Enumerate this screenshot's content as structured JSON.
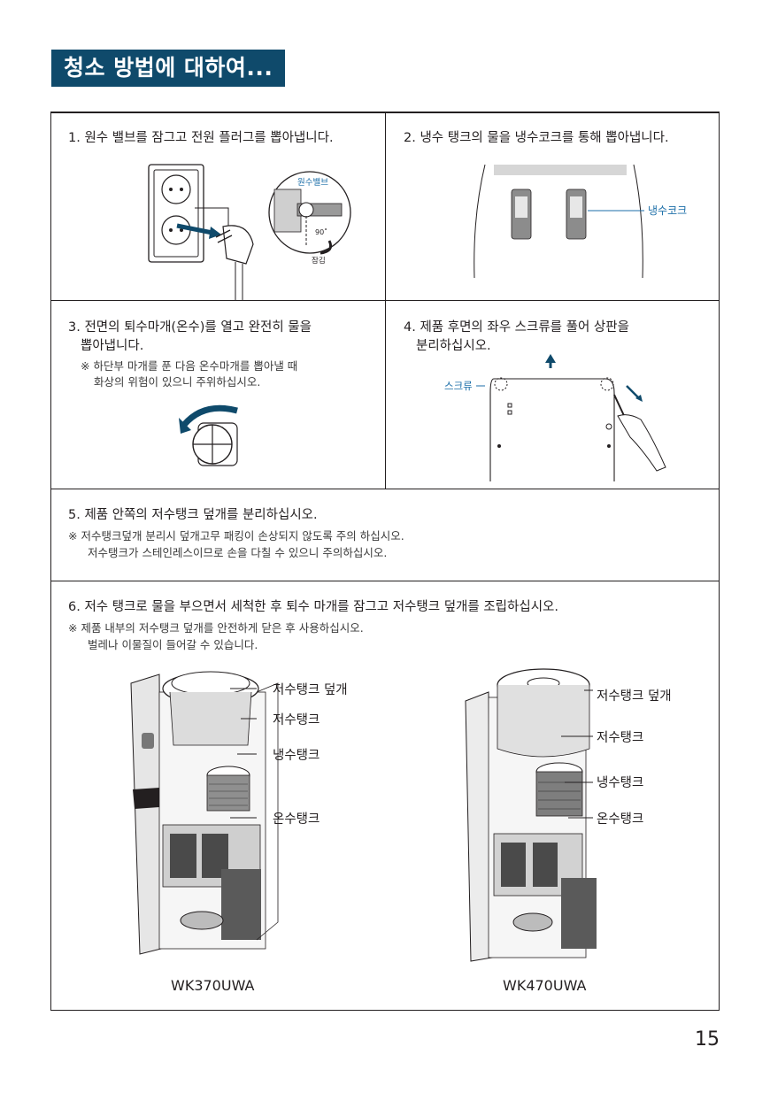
{
  "title": "청소 방법에 대하여...",
  "steps": {
    "s1": "1. 원수 밸브를 잠그고 전원 플러그를 뽑아냅니다.",
    "s2": "2. 냉수 탱크의 물을 냉수코크를 통해 뽑아냅니다.",
    "s3_line1": "3. 전면의 퇴수마개(온수)를 열고 완전히 물을",
    "s3_line2": "뽑아냅니다.",
    "s3_note1": "※ 하단부 마개를 푼 다음 온수마개를 뽑아낼 때",
    "s3_note2": "화상의 위험이 있으니 주위하십시오.",
    "s4_line1": "4. 제품 후면의 좌우 스크류를 풀어 상판을",
    "s4_line2": "분리하십시오.",
    "s5": "5. 제품 안쪽의 저수탱크 덮개를 분리하십시오.",
    "s5_note1": "※ 저수탱크덮개 분리시 덮개고무 패킹이 손상되지 않도록 주의 하십시오.",
    "s5_note2": "저수탱크가 스테인레스이므로 손을 다칠 수 있으니 주의하십시오.",
    "s6": "6. 저수 탱크로 물을 부으면서 세척한 후 퇴수 마개를 잠그고 저수탱크 덮개를 조립하십시오.",
    "s6_note1": "※ 제품 내부의 저수탱크 덮개를 안전하게 닫은 후 사용하십시오.",
    "s6_note2": "벌레나 이물질이  들어갈 수 있습니다."
  },
  "labels": {
    "valve": "원수밸브",
    "angle": "90˚",
    "close": "잠김",
    "cold_cock": "냉수코크",
    "screw": "스크류",
    "tank_cover": "저수탱크 덮개",
    "tank": "저수탱크",
    "cold_tank": "냉수탱크",
    "hot_tank": "온수탱크"
  },
  "models": [
    "WK370UWA",
    "WK470UWA"
  ],
  "page_number": "15",
  "colors": {
    "accent": "#0f4a6b",
    "label_blue": "#1b6ea8"
  }
}
